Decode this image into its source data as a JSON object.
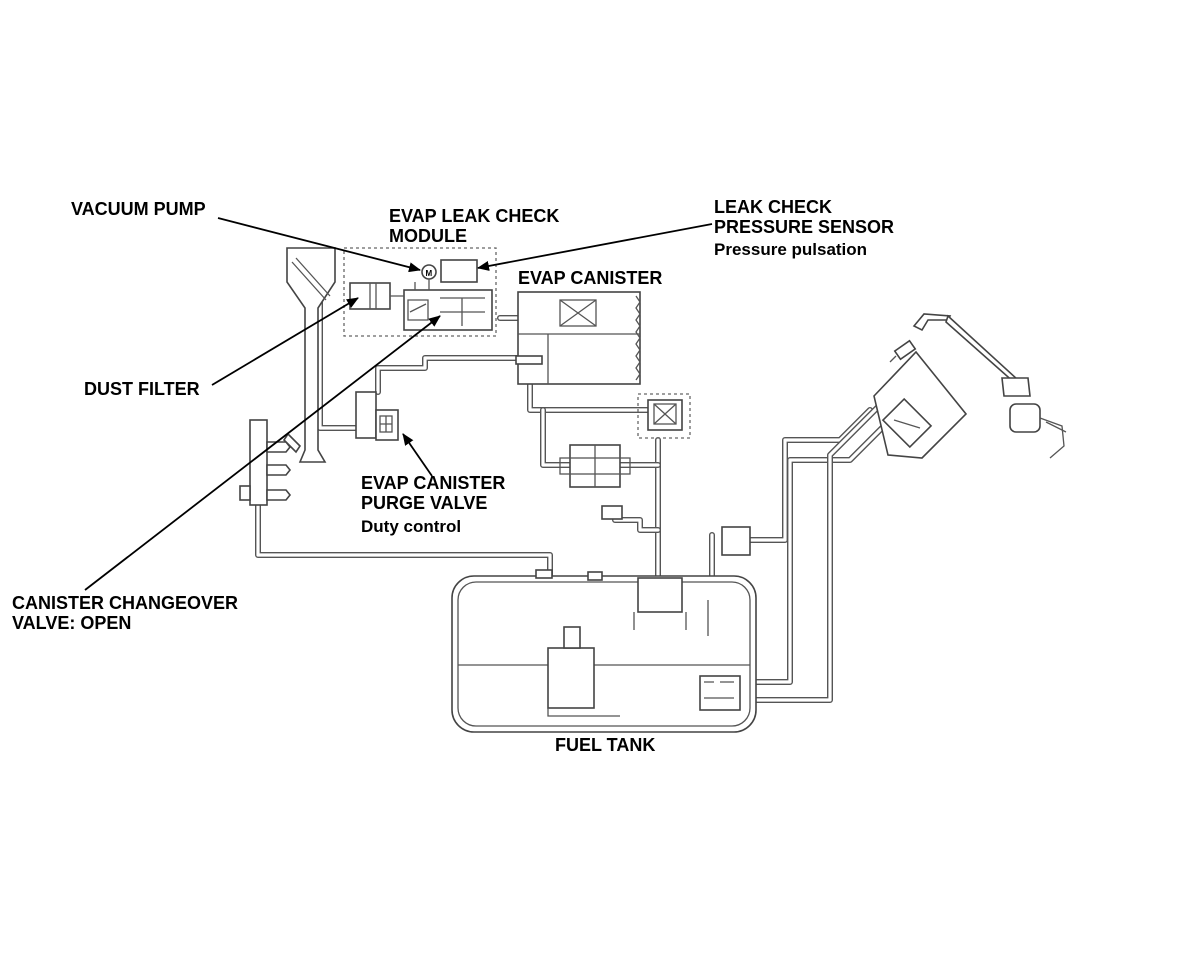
{
  "labels": {
    "vacuum_pump": "VACUUM PUMP",
    "leak_check_module_line1": "EVAP LEAK CHECK",
    "leak_check_module_line2": "MODULE",
    "pressure_sensor_line1": "LEAK CHECK",
    "pressure_sensor_line2": "PRESSURE SENSOR",
    "pressure_sensor_note": "Pressure pulsation",
    "evap_canister": "EVAP CANISTER",
    "dust_filter": "DUST FILTER",
    "purge_valve_line1": "EVAP CANISTER",
    "purge_valve_line2": "PURGE VALVE",
    "purge_valve_note": "Duty control",
    "changeover_line1": "CANISTER CHANGEOVER",
    "changeover_line2": "VALVE: OPEN",
    "fuel_tank": "FUEL TANK"
  },
  "colors": {
    "ink": "#000000",
    "line": "#555555",
    "background": "#ffffff"
  }
}
